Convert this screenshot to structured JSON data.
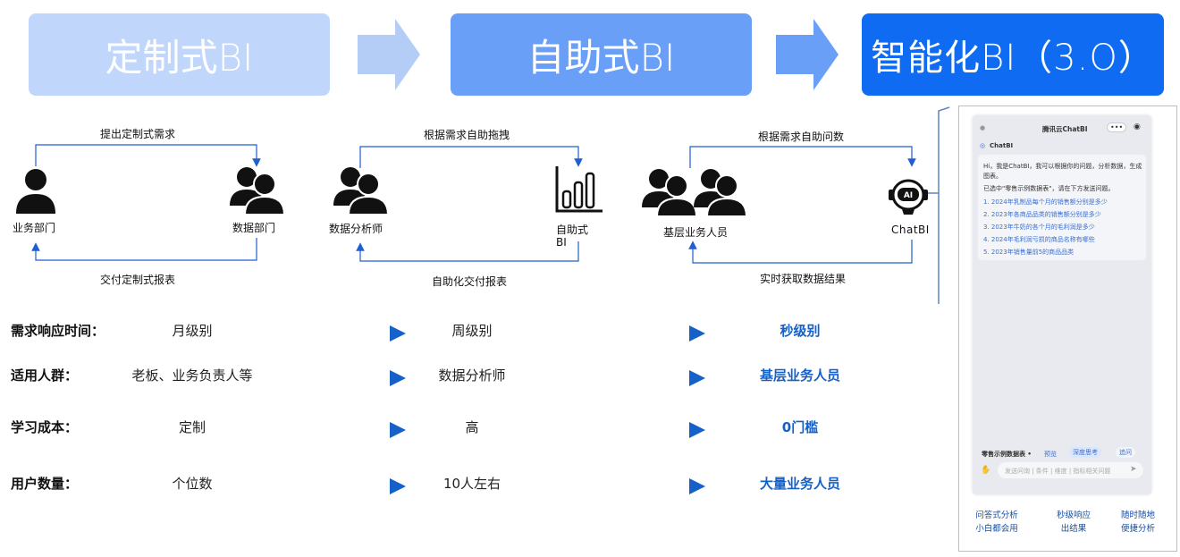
{
  "headers": {
    "custom": "定制式BI",
    "self_service": "自助式BI",
    "smart": "智能化BI（3.O）"
  },
  "flows": {
    "custom": {
      "top_label": "提出定制式需求",
      "bottom_label": "交付定制式报表",
      "left_actor": "业务部门",
      "right_actor": "数据部门"
    },
    "self_service": {
      "top_label": "根据需求自助拖拽",
      "bottom_label": "自助化交付报表",
      "left_actor": "数据分析师",
      "right_actor_line1": "自助式",
      "right_actor_line2": "BI"
    },
    "smart": {
      "top_label": "根据需求自助问数",
      "bottom_label": "实时获取数据结果",
      "left_actor": "基层业务人员",
      "right_actor": "ChatBI",
      "robot_badge": "AI"
    }
  },
  "comparison": {
    "rows": [
      {
        "label": "需求响应时间：",
        "custom": "月级别",
        "self_service": "周级别",
        "smart": "秒级别"
      },
      {
        "label": "适用人群：",
        "custom": "老板、业务负责人等",
        "self_service": "数据分析师",
        "smart": "基层业务人员"
      },
      {
        "label": "学习成本：",
        "custom": "定制",
        "self_service": "高",
        "smart": "0门槛"
      },
      {
        "label": "用户数量：",
        "custom": "个位数",
        "self_service": "10人左右",
        "smart": "大量业务人员"
      }
    ]
  },
  "phone": {
    "title": "腾讯云ChatBI",
    "bot_name": "ChatBI",
    "greeting": "Hi，我是ChatBI，我可以根据你的问题，分析数据，生成图表。",
    "selected_note": "已选中\"零售示例数据表\"，请在下方发送问题。",
    "questions": [
      "1. 2024年乳制品每个月的销售额分别是多少",
      "2. 2023年各商品品类的销售额分别是多少",
      "3. 2023年牛奶的各个月的毛利润是多少",
      "4. 2024年毛利润亏损的商品名称有哪些",
      "5. 2023年销售量前5的商品品类"
    ],
    "dataset_label": "零售示例数据表 •",
    "preview_label": "预览",
    "deep_think_label": "深度思考",
    "followup_label": "追问",
    "input_placeholder": "发送问询 | 条件 | 维度 | 指标相关问题",
    "more_icon": "•••"
  },
  "features": [
    {
      "line1": "问答式分析",
      "line2": "小白都会用"
    },
    {
      "line1": "秒级响应",
      "line2": "出结果"
    },
    {
      "line1": "随时随地",
      "line2": "便捷分析"
    }
  ],
  "colors": {
    "header_custom": "#c0d6fa",
    "header_self": "#6a9ff8",
    "header_smart": "#0f6bf2",
    "accent_blue": "#1560c9",
    "flow_line": "#1f5fcf"
  }
}
